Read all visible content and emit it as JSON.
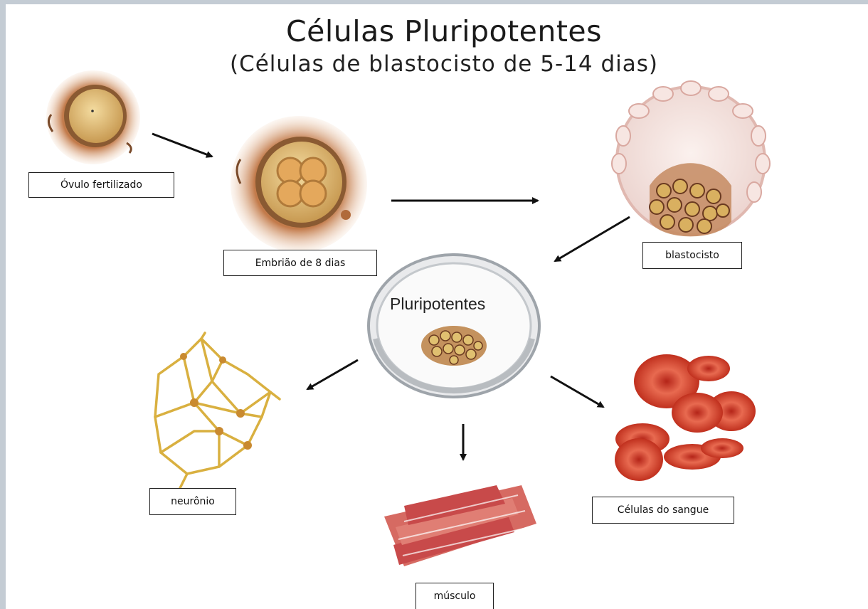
{
  "title": "Células Pluripotentes",
  "subtitle": "(Células de blastocisto de 5-14 dias)",
  "labels": {
    "ovulo": "Óvulo fertilizado",
    "embriao": "Embrião de 8 dias",
    "blastocisto": "blastocisto",
    "pluripotentes": "Pluripotentes",
    "neuronio": "neurônio",
    "musculo": "músculo",
    "sangue": "Células do sangue"
  },
  "colors": {
    "egg_outer": "#c27a4a",
    "egg_inner": "#e8c070",
    "blood_red": "#d23a2a",
    "neuron": "#d9b040",
    "muscle": "#c84a4a",
    "arrow": "#111111"
  }
}
